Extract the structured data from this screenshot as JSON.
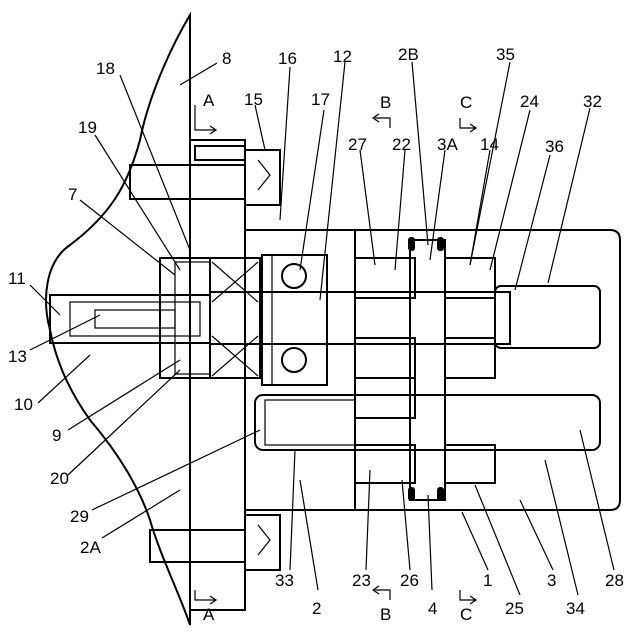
{
  "labels": {
    "l8": "8",
    "l16": "16",
    "l12": "12",
    "l2B": "2B",
    "l35": "35",
    "l18": "18",
    "l15": "15",
    "l17": "17",
    "l24": "24",
    "l32": "32",
    "l19": "19",
    "l27": "27",
    "l22": "22",
    "l3A": "3A",
    "l14": "14",
    "l36": "36",
    "l7": "7",
    "l11": "11",
    "l13": "13",
    "l10": "10",
    "l9": "9",
    "l20": "20",
    "l29": "29",
    "l2A": "2A",
    "l33": "33",
    "l2": "2",
    "l23": "23",
    "l26": "26",
    "l4": "4",
    "l1": "1",
    "l3": "3",
    "l25": "25",
    "l34": "34",
    "l28": "28"
  },
  "sections": {
    "a_top": "A",
    "a_bottom": "A",
    "b_top": "B",
    "b_bottom": "B",
    "c_top": "C",
    "c_bottom": "C"
  }
}
